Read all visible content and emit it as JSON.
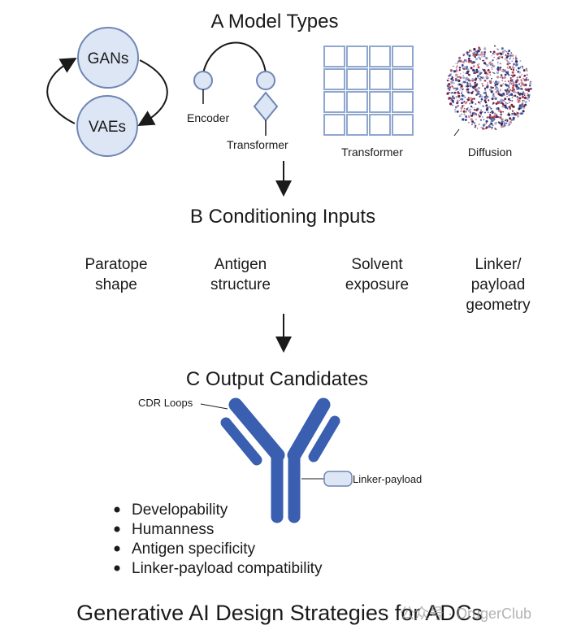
{
  "section_a": {
    "title": "A Model Types",
    "gans": "GANs",
    "vaes": "VAEs",
    "encoder": "Encoder",
    "transformer_seq": "Transformer",
    "transformer_grid": "Transformer",
    "diffusion": "Diffusion"
  },
  "section_b": {
    "title": "B Conditioning Inputs",
    "inputs": [
      {
        "line1": "Paratope",
        "line2": "shape",
        "line3": ""
      },
      {
        "line1": "Antigen",
        "line2": "structure",
        "line3": ""
      },
      {
        "line1": "Solvent",
        "line2": "exposure",
        "line3": ""
      },
      {
        "line1": "Linker/",
        "line2": "payload",
        "line3": "geometry"
      }
    ]
  },
  "section_c": {
    "title": "C Output Candidates",
    "cdr_label": "CDR Loops",
    "linker_label": "Linker-payload",
    "bullets": [
      "Developability",
      "Humanness",
      "Antigen specificity",
      "Linker-payload compatibility"
    ]
  },
  "footer": {
    "title": "Generative AI Design Strategies for ADCs",
    "watermark": "公众号 · DrugerClub"
  },
  "colors": {
    "antibody": "#3a5fb0",
    "circle_fill": "#dde6f5",
    "circle_stroke": "#6f86b4",
    "grid": "#8fa6cf"
  }
}
